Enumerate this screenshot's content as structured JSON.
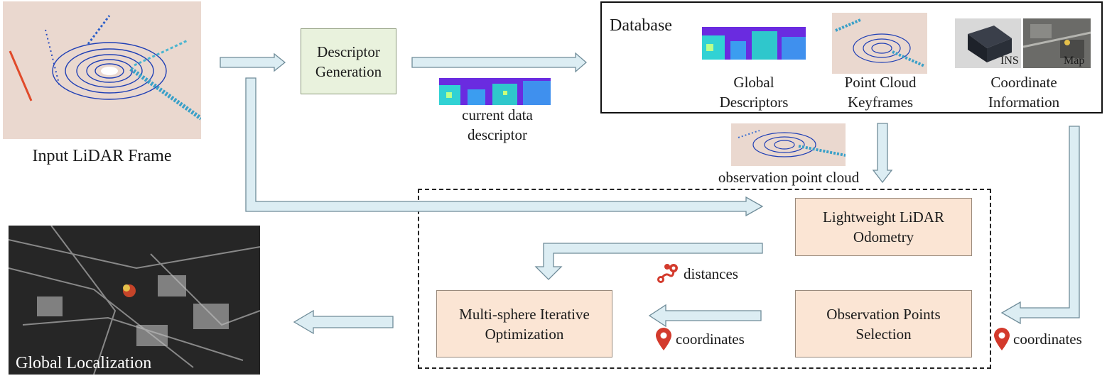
{
  "input": {
    "label": "Input LiDAR Frame"
  },
  "descriptor_gen": {
    "label_line1": "Descriptor",
    "label_line2": "Generation"
  },
  "current_descriptor": {
    "line1": "current data",
    "line2": "descriptor"
  },
  "database": {
    "title": "Database",
    "items": [
      {
        "line1": "Global",
        "line2": "Descriptors"
      },
      {
        "line1": "Point Cloud",
        "line2": "Keyframes"
      },
      {
        "line1": "Coordinate",
        "line2": "Information"
      }
    ],
    "ins_label": "INS",
    "map_label": "Map"
  },
  "observation_cloud": {
    "label": "observation point cloud"
  },
  "odometry": {
    "line1": "Lightweight LiDAR",
    "line2": "Odometry"
  },
  "optimization": {
    "line1": "Multi-sphere Iterative",
    "line2": "Optimization"
  },
  "selection": {
    "line1": "Observation Points",
    "line2": "Selection"
  },
  "annotations": {
    "distances": "distances",
    "coordinates_inner": "coordinates",
    "coordinates_outer": "coordinates"
  },
  "output": {
    "label": "Global Localization"
  },
  "colors": {
    "arrow_fill": "#dcedf3",
    "arrow_stroke": "#6f8c99",
    "pin": "#d33a2c"
  }
}
